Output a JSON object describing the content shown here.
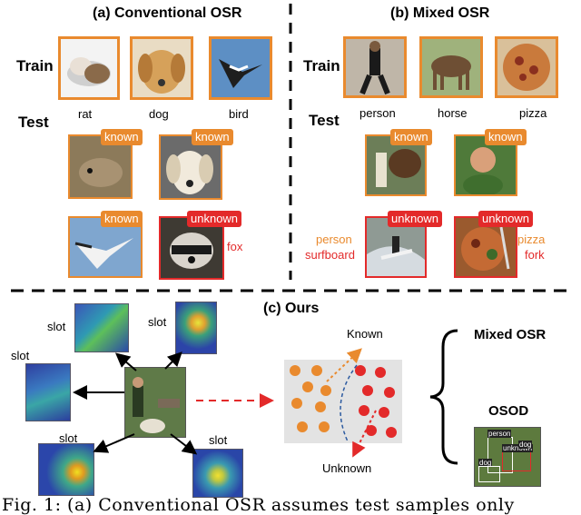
{
  "panel_a": {
    "title": "(a) Conventional OSR",
    "train_label": "Train",
    "test_label": "Test",
    "train_items": [
      "rat",
      "dog",
      "bird"
    ],
    "known_badge": "known",
    "unknown_badge": "unknown",
    "unknown_name": "fox"
  },
  "panel_b": {
    "title": "(b) Mixed OSR",
    "train_label": "Train",
    "test_label": "Test",
    "train_items": [
      "person",
      "horse",
      "pizza"
    ],
    "known_badge": "known",
    "unknown_badge": "unknown",
    "surf_known": "person",
    "surf_unknown": "surfboard",
    "food_known": "pizza",
    "food_unknown": "fork"
  },
  "panel_c": {
    "title": "(c) Ours",
    "slot_label": "slot",
    "known_label": "Known",
    "unknown_label": "Unknown",
    "mixed_osr": "Mixed OSR",
    "osod": "OSOD",
    "det_labels": [
      "person",
      "unknown",
      "dog",
      "dog"
    ]
  },
  "caption": "Fig. 1: (a) Conventional OSR assumes test samples only",
  "colors": {
    "known": "#e98a2e",
    "unknown": "#e32a2a"
  }
}
